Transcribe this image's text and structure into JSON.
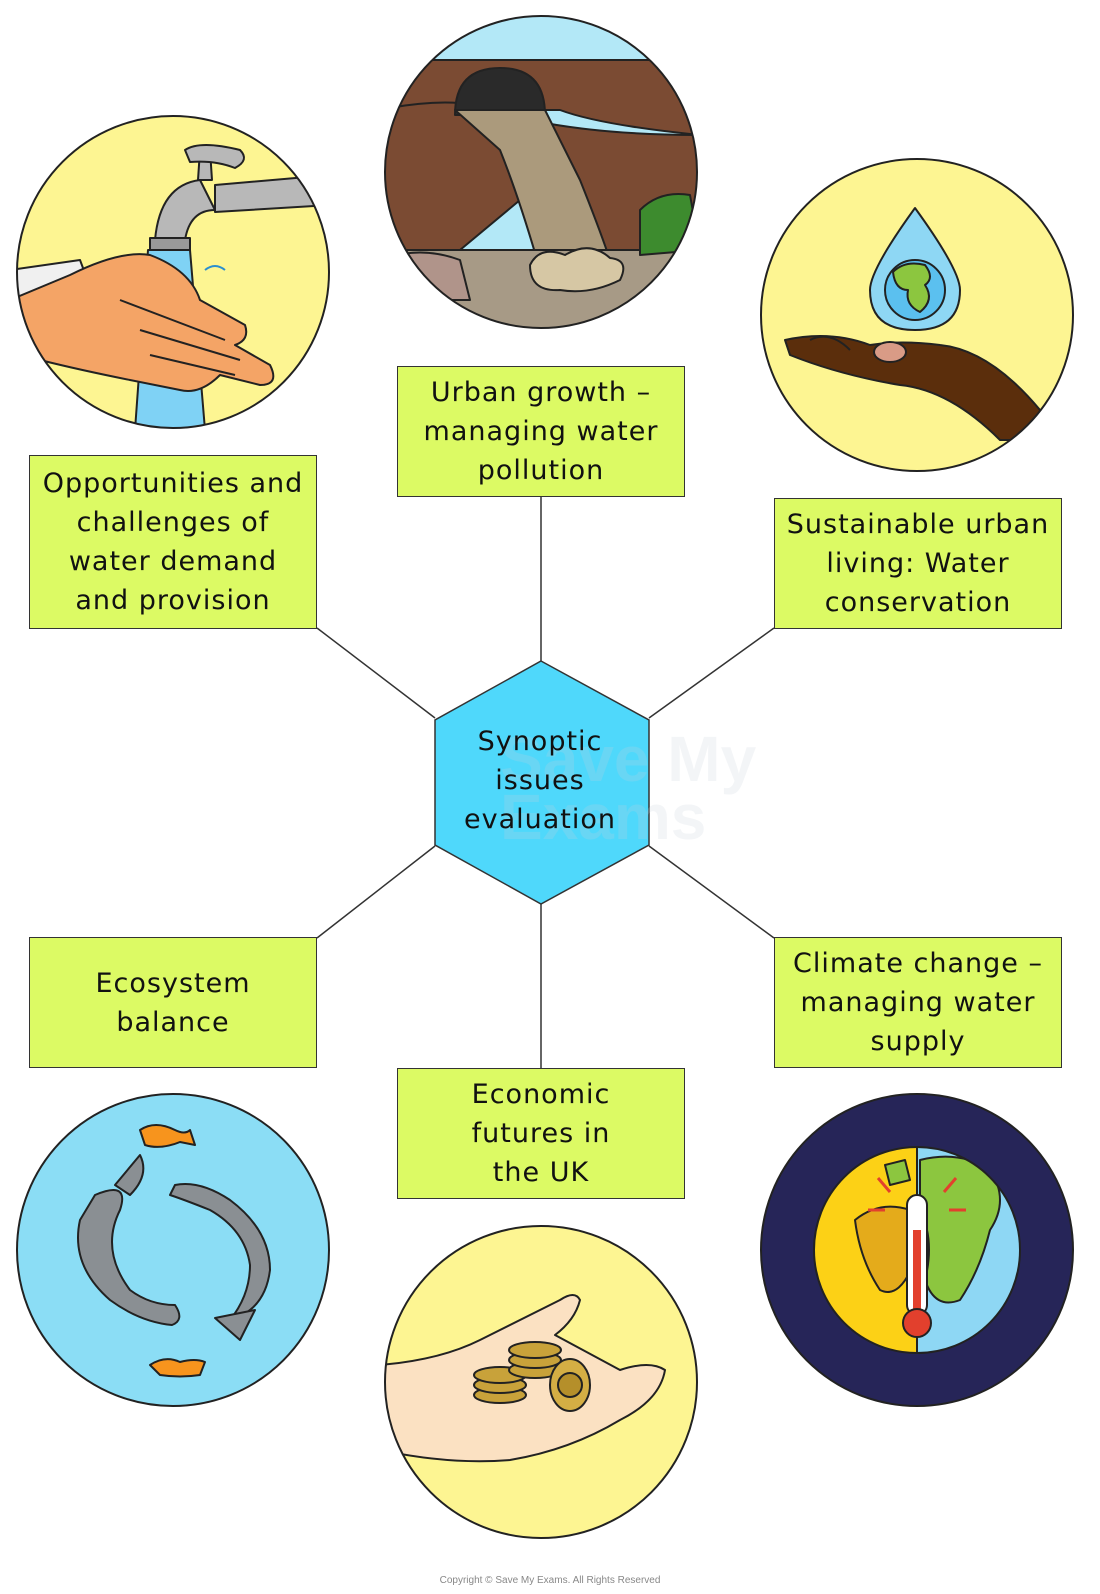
{
  "center": {
    "label": "Synoptic\nissues\nevaluation",
    "color": "#4fd8fb"
  },
  "topics": [
    {
      "id": "opportunities",
      "label": "Opportunities and\nchallenges of\nwater demand\nand provision"
    },
    {
      "id": "urban_growth",
      "label": "Urban growth –\nmanaging water\npollution"
    },
    {
      "id": "sustainable",
      "label": "Sustainable urban\nliving: Water\nconservation"
    },
    {
      "id": "ecosystem",
      "label": "Ecosystem\nbalance"
    },
    {
      "id": "economic",
      "label": "Economic\nfutures in\nthe UK"
    },
    {
      "id": "climate",
      "label": "Climate change –\nmanaging water\nsupply"
    }
  ],
  "illustrations": [
    {
      "name": "hands-washing-tap-icon"
    },
    {
      "name": "sewage-outfall-icon"
    },
    {
      "name": "earth-water-drop-hand-icon"
    },
    {
      "name": "fish-icon"
    },
    {
      "name": "coins-in-hand-icon"
    },
    {
      "name": "globe-thermometer-icon"
    }
  ],
  "colors": {
    "box_fill": "#dcfa64",
    "hex_fill": "#4fd8fb",
    "light_blue": "#a9e4f8",
    "yellow": "#fdf592",
    "navy": "#262558"
  },
  "watermark": "Save My\nExams",
  "copyright": "Copyright © Save My Exams. All Rights Reserved"
}
